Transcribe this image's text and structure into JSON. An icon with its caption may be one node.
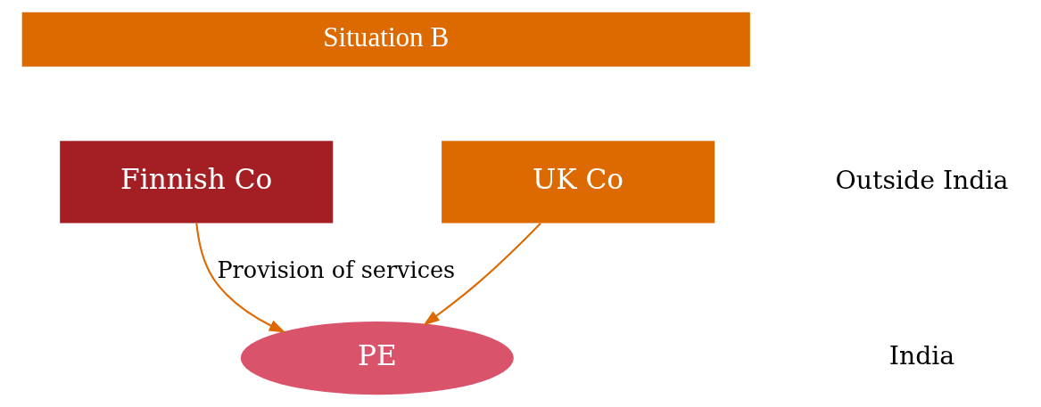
{
  "diagram": {
    "nodes": [
      {
        "text": [
          "Situation B"
        ]
      },
      {
        "text": [
          "Finnish Co"
        ]
      },
      {
        "text": [
          "UK Co"
        ]
      },
      {
        "text": [
          "PE"
        ]
      }
    ],
    "edges": [
      {
        "from": 1,
        "to": 3,
        "arrow": "to",
        "label": "Provision of services"
      },
      {
        "from": 2,
        "to": 3,
        "arrow": "to"
      }
    ],
    "labels": [
      "Outside India",
      "India"
    ]
  }
}
